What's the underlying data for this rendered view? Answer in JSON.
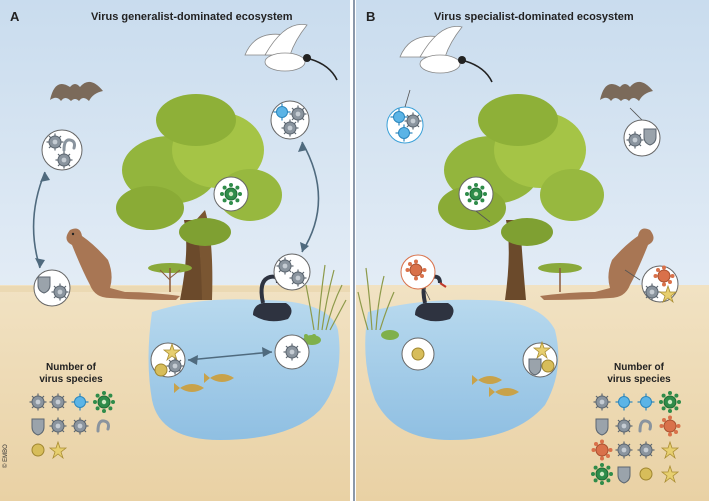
{
  "panels": [
    {
      "letter": "A",
      "title": "Virus generalist-dominated ecosystem"
    },
    {
      "letter": "B",
      "title": "Virus specialist-dominated ecosystem"
    }
  ],
  "legend": {
    "title_line1": "Number of",
    "title_line2": "virus species"
  },
  "copyright": "© EMBO",
  "colors": {
    "sky": "#dbe7f2",
    "ground": "#f3e3c4",
    "water": "#a9cfe9",
    "tree": "#8fb13a",
    "divider": "#5a6d86",
    "virus_gray": "#8a949e",
    "virus_green": "#2f8c4a",
    "virus_blue": "#3aa0d8",
    "virus_orange": "#d9714a",
    "virus_yellow": "#c9a93a"
  },
  "icons": [
    "bat-icon",
    "ibis-icon",
    "kangaroo-icon",
    "swan-icon",
    "frog-icon",
    "fish-icon",
    "tree-icon",
    "virus-icon"
  ]
}
